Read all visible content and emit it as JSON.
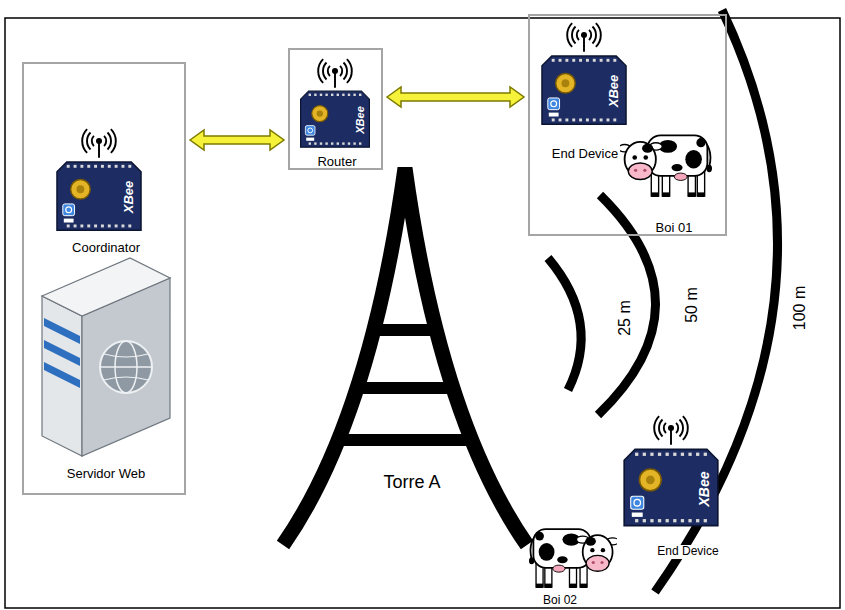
{
  "diagram": {
    "nodes": [
      {
        "text": [
          "Coordinator",
          "Servidor Web"
        ]
      },
      {
        "text": [
          "Router"
        ]
      },
      {
        "text": [
          "End Device",
          "Boi 01"
        ]
      }
    ],
    "edges": [
      {
        "from": 0,
        "to": 1,
        "arrow": "both"
      },
      {
        "from": 1,
        "to": 2,
        "arrow": "both"
      }
    ],
    "labels": [
      "XBee",
      "XBee",
      "XBee",
      "25 m",
      "50 m",
      "100 m",
      "Torre A",
      "XBee",
      "End Device",
      "Boi 02"
    ]
  }
}
